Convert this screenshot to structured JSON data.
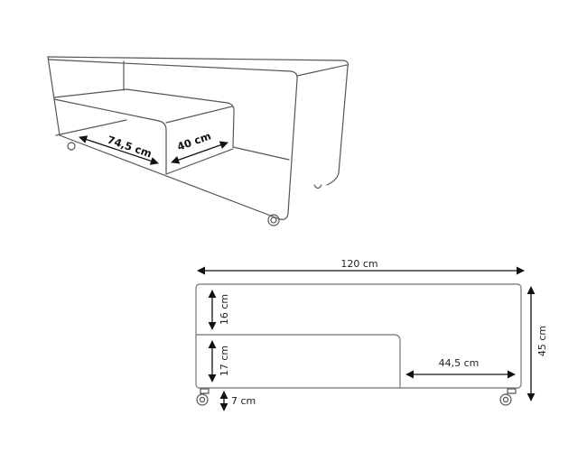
{
  "perspective_view": {
    "depth_label": "74,5 cm",
    "inner_depth_label": "40 cm"
  },
  "front_view": {
    "width_label": "120 cm",
    "height_label": "45 cm",
    "upper_compartment_label": "16 cm",
    "lower_compartment_label": "17 cm",
    "open_section_label": "44,5 cm",
    "wheel_height_label": "7 cm"
  }
}
